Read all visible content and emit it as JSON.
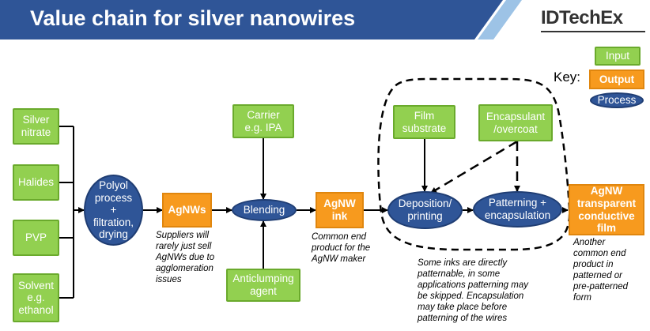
{
  "header": {
    "title": "Value chain for silver nanowires",
    "logo": "IDTechEx"
  },
  "key": {
    "label": "Key:",
    "input": "Input",
    "output": "Output",
    "process": "Process"
  },
  "inputs": {
    "silver_nitrate": "Silver\nnitrate",
    "halides": "Halides",
    "pvp": "PVP",
    "solvent": "Solvent\ne.g.\nethanol",
    "carrier": "Carrier\ne.g. IPA",
    "anticlumping": "Anticlumping\nagent",
    "film_substrate": "Film\nsubstrate",
    "encapsulant": "Encapsulant\n/overcoat"
  },
  "processes": {
    "polyol": "Polyol\nprocess\n+\nfiltration,\ndrying",
    "blending": "Blending",
    "deposition": "Deposition/\nprinting",
    "patterning": "Patterning +\nencapsulation"
  },
  "outputs": {
    "agnws": "AgNWs",
    "agnw_ink": "AgNW\nink",
    "film": "AgNW\ntransparent\nconductive\nfilm"
  },
  "notes": {
    "agnws": "Suppliers will\nrarely just sell\nAgNWs due to\nagglomeration\nissues",
    "ink": "Common end\nproduct for the\nAgNW maker",
    "patterning": "Some inks are directly\npatternable, in some\napplications patterning may\nbe skipped. Encapsulation\nmay take place before\npatterning of the wires",
    "film": "Another\ncommon end\nproduct in\npatterned or\npre-patterned\nform"
  },
  "colors": {
    "banner": "#2f5597",
    "input": "#92d050",
    "output": "#f79a1e",
    "process": "#2f5597"
  }
}
